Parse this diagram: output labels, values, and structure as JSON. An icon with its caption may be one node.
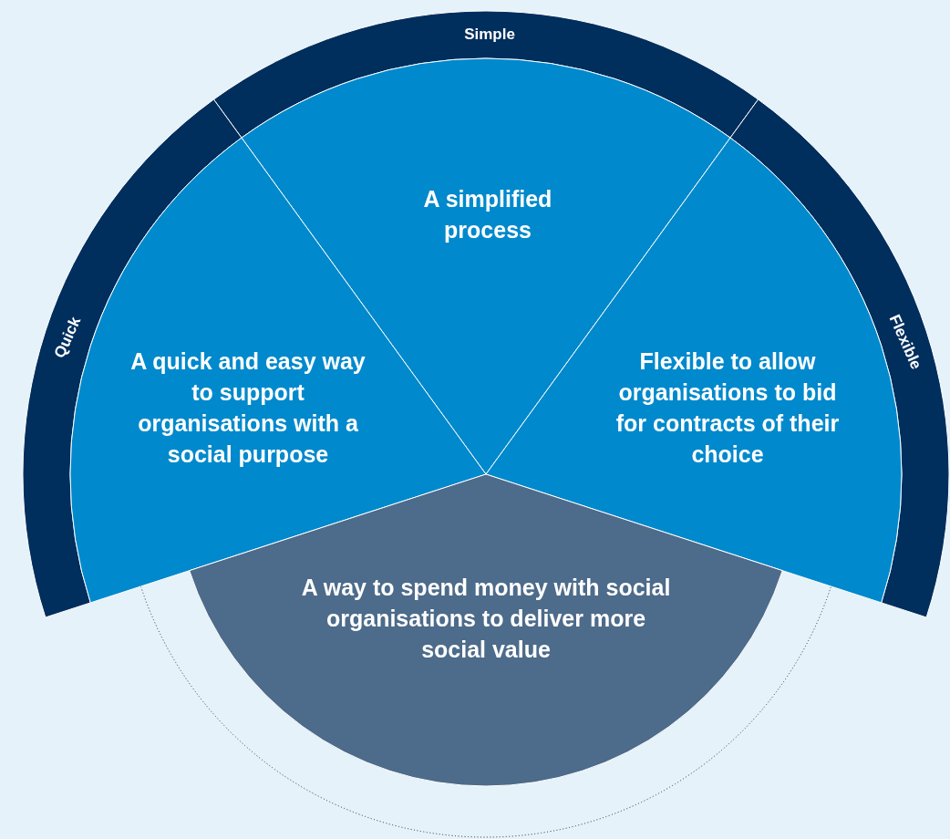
{
  "diagram": {
    "nodes": [
      {
        "text": [
          "Simple"
        ]
      },
      {
        "text": [
          "A simplified process"
        ]
      },
      {
        "text": [
          "Quick"
        ]
      },
      {
        "text": [
          "A quick and easy way to support organisations with a social purpose"
        ]
      },
      {
        "text": [
          "Flexible"
        ]
      },
      {
        "text": [
          "Flexible to allow organisations to bid for contracts of their choice"
        ]
      },
      {
        "text": [
          "A way to spend money with social organisations to deliver more social value"
        ]
      }
    ]
  }
}
